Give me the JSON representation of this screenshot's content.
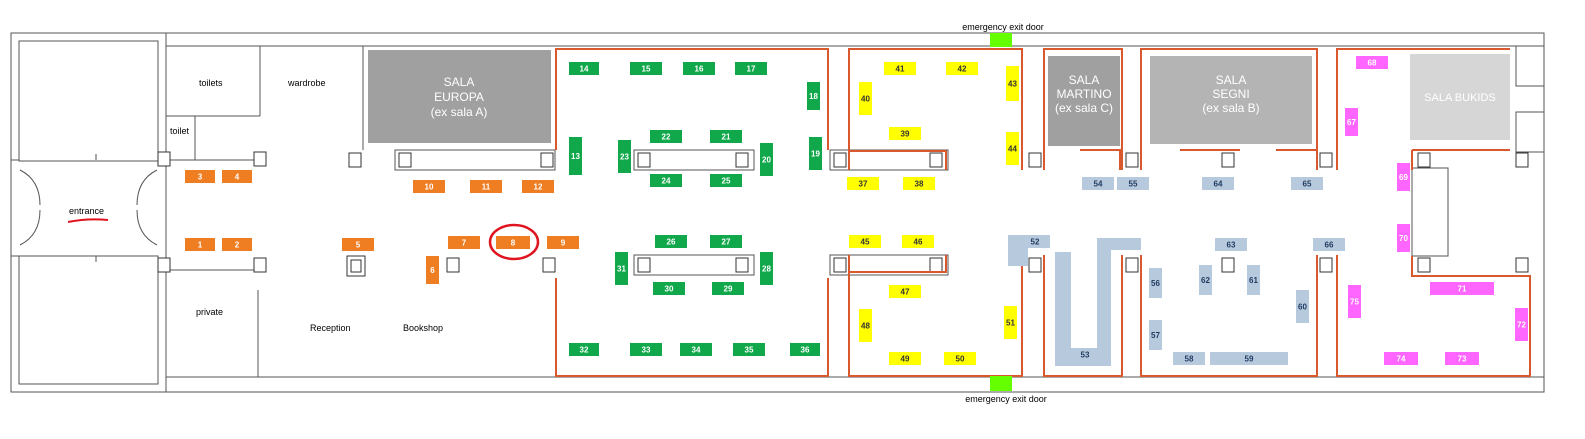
{
  "labels": {
    "exit_top": "emergency exit door",
    "exit_bottom": "emergency exit door",
    "entrance": "entrance",
    "toilets": "toilets",
    "toilet": "toilet",
    "wardrobe": "wardrobe",
    "private": "private",
    "reception": "Reception",
    "bookshop": "Bookshop"
  },
  "rooms": {
    "europa": [
      "SALA",
      "EUROPA",
      "(ex sala A)"
    ],
    "martino": [
      "SALA",
      "MARTINO",
      "(ex sala C)"
    ],
    "segni": [
      "SALA",
      "SEGNI",
      "(ex sala B)"
    ],
    "bukids": [
      "SALA BUKIDS"
    ]
  },
  "colors": {
    "orange": "#ef7d22",
    "green": "#11a84b",
    "yellow": "#ffff00",
    "blue": "#b7c9dd",
    "pink": "#ff66ff",
    "exit_green": "#66ff00",
    "wall_red": "#d9582d",
    "room_dark": "#a0a0a0",
    "room_light": "#d6d6d6",
    "marker_red": "#e0141e"
  },
  "highlighted_booth": "8",
  "booths": [
    {
      "id": "1",
      "zone": "orange"
    },
    {
      "id": "2",
      "zone": "orange"
    },
    {
      "id": "3",
      "zone": "orange"
    },
    {
      "id": "4",
      "zone": "orange"
    },
    {
      "id": "5",
      "zone": "orange"
    },
    {
      "id": "6",
      "zone": "orange"
    },
    {
      "id": "7",
      "zone": "orange"
    },
    {
      "id": "8",
      "zone": "orange"
    },
    {
      "id": "9",
      "zone": "orange"
    },
    {
      "id": "10",
      "zone": "orange"
    },
    {
      "id": "11",
      "zone": "orange"
    },
    {
      "id": "12",
      "zone": "orange"
    },
    {
      "id": "13",
      "zone": "green"
    },
    {
      "id": "14",
      "zone": "green"
    },
    {
      "id": "15",
      "zone": "green"
    },
    {
      "id": "16",
      "zone": "green"
    },
    {
      "id": "17",
      "zone": "green"
    },
    {
      "id": "18",
      "zone": "green"
    },
    {
      "id": "19",
      "zone": "green"
    },
    {
      "id": "20",
      "zone": "green"
    },
    {
      "id": "21",
      "zone": "green"
    },
    {
      "id": "22",
      "zone": "green"
    },
    {
      "id": "23",
      "zone": "green"
    },
    {
      "id": "24",
      "zone": "green"
    },
    {
      "id": "25",
      "zone": "green"
    },
    {
      "id": "26",
      "zone": "green"
    },
    {
      "id": "27",
      "zone": "green"
    },
    {
      "id": "28",
      "zone": "green"
    },
    {
      "id": "29",
      "zone": "green"
    },
    {
      "id": "30",
      "zone": "green"
    },
    {
      "id": "31",
      "zone": "green"
    },
    {
      "id": "32",
      "zone": "green"
    },
    {
      "id": "33",
      "zone": "green"
    },
    {
      "id": "34",
      "zone": "green"
    },
    {
      "id": "35",
      "zone": "green"
    },
    {
      "id": "36",
      "zone": "green"
    },
    {
      "id": "37",
      "zone": "yellow"
    },
    {
      "id": "38",
      "zone": "yellow"
    },
    {
      "id": "39",
      "zone": "yellow"
    },
    {
      "id": "40",
      "zone": "yellow"
    },
    {
      "id": "41",
      "zone": "yellow"
    },
    {
      "id": "42",
      "zone": "yellow"
    },
    {
      "id": "43",
      "zone": "yellow"
    },
    {
      "id": "44",
      "zone": "yellow"
    },
    {
      "id": "45",
      "zone": "yellow"
    },
    {
      "id": "46",
      "zone": "yellow"
    },
    {
      "id": "47",
      "zone": "yellow"
    },
    {
      "id": "48",
      "zone": "yellow"
    },
    {
      "id": "49",
      "zone": "yellow"
    },
    {
      "id": "50",
      "zone": "yellow"
    },
    {
      "id": "51",
      "zone": "yellow"
    },
    {
      "id": "52",
      "zone": "blue"
    },
    {
      "id": "53",
      "zone": "blue"
    },
    {
      "id": "54",
      "zone": "blue"
    },
    {
      "id": "55",
      "zone": "blue"
    },
    {
      "id": "56",
      "zone": "blue"
    },
    {
      "id": "57",
      "zone": "blue"
    },
    {
      "id": "58",
      "zone": "blue"
    },
    {
      "id": "59",
      "zone": "blue"
    },
    {
      "id": "60",
      "zone": "blue"
    },
    {
      "id": "61",
      "zone": "blue"
    },
    {
      "id": "62",
      "zone": "blue"
    },
    {
      "id": "63",
      "zone": "blue"
    },
    {
      "id": "64",
      "zone": "blue"
    },
    {
      "id": "65",
      "zone": "blue"
    },
    {
      "id": "66",
      "zone": "blue"
    },
    {
      "id": "67",
      "zone": "pink"
    },
    {
      "id": "68",
      "zone": "pink"
    },
    {
      "id": "69",
      "zone": "pink"
    },
    {
      "id": "70",
      "zone": "pink"
    },
    {
      "id": "71",
      "zone": "pink"
    },
    {
      "id": "72",
      "zone": "pink"
    },
    {
      "id": "73",
      "zone": "pink"
    },
    {
      "id": "74",
      "zone": "pink"
    },
    {
      "id": "75",
      "zone": "pink"
    }
  ]
}
